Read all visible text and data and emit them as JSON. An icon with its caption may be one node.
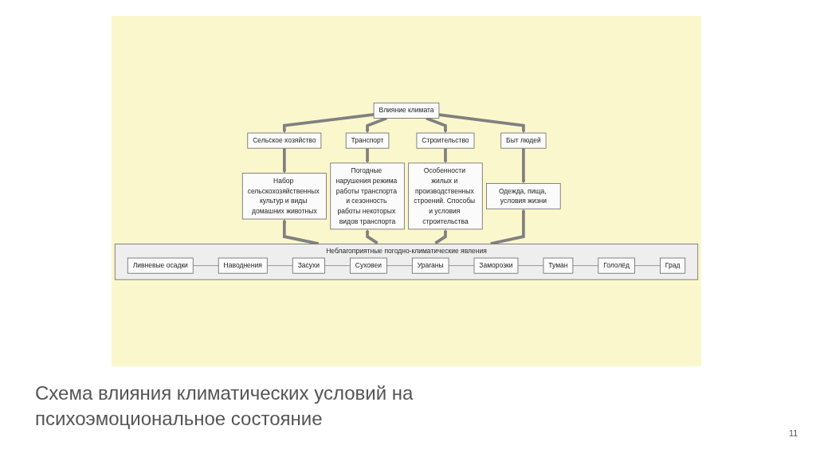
{
  "diagram": {
    "caption": "Схема влияния климатических условий на психоэмоциональное состояние",
    "nodes": [
      {
        "text": [
          "Влияние климата"
        ]
      },
      {
        "text": [
          "Сельское хозяйство"
        ]
      },
      {
        "text": [
          "Транспорт"
        ]
      },
      {
        "text": [
          "Строительство"
        ]
      },
      {
        "text": [
          "Быт людей"
        ]
      },
      {
        "text": [
          "Набор сельскохозяйственных культур и виды домашних животных"
        ]
      },
      {
        "text": [
          "Погодные нарушения режима работы транспорта и сезонность работы некоторых видов транспорта"
        ]
      },
      {
        "text": [
          "Особенности жилых и производственных строений. Способы и условия строительства"
        ]
      },
      {
        "text": [
          "Одежда, пища, условия жизни"
        ]
      },
      {
        "text": [
          "Неблагоприятные погодно-климатические явления"
        ]
      },
      {
        "text": [
          "Ливневые осадки"
        ],
        "in": 9
      },
      {
        "text": [
          "Наводнения"
        ],
        "in": 9
      },
      {
        "text": [
          "Засухи"
        ],
        "in": 9
      },
      {
        "text": [
          "Суховеи"
        ],
        "in": 9
      },
      {
        "text": [
          "Ураганы"
        ],
        "in": 9
      },
      {
        "text": [
          "Заморозки"
        ],
        "in": 9
      },
      {
        "text": [
          "Туман"
        ],
        "in": 9
      },
      {
        "text": [
          "Гололёд"
        ],
        "in": 9
      },
      {
        "text": [
          "Град"
        ],
        "in": 9
      }
    ],
    "edges": [
      {
        "from": 0,
        "to": 1,
        "arrow": "to"
      },
      {
        "from": 0,
        "to": 2,
        "arrow": "to"
      },
      {
        "from": 0,
        "to": 3,
        "arrow": "to"
      },
      {
        "from": 0,
        "to": 4,
        "arrow": "to"
      },
      {
        "from": 1,
        "to": 5,
        "arrow": "to"
      },
      {
        "from": 2,
        "to": 6,
        "arrow": "to"
      },
      {
        "from": 3,
        "to": 7,
        "arrow": "to"
      },
      {
        "from": 4,
        "to": 8,
        "arrow": "to"
      },
      {
        "from": 9,
        "to": 5,
        "arrow": "to"
      },
      {
        "from": 9,
        "to": 6,
        "arrow": "to"
      },
      {
        "from": 9,
        "to": 7,
        "arrow": "to"
      },
      {
        "from": 9,
        "to": 8,
        "arrow": "to"
      },
      {
        "from": 10,
        "to": 11,
        "arrow": "none"
      },
      {
        "from": 11,
        "to": 12,
        "arrow": "none"
      },
      {
        "from": 12,
        "to": 13,
        "arrow": "none"
      },
      {
        "from": 13,
        "to": 14,
        "arrow": "none"
      },
      {
        "from": 14,
        "to": 15,
        "arrow": "none"
      },
      {
        "from": 15,
        "to": 16,
        "arrow": "none"
      },
      {
        "from": 16,
        "to": 17,
        "arrow": "none"
      },
      {
        "from": 17,
        "to": 18,
        "arrow": "none"
      }
    ],
    "labels": [
      "11"
    ]
  }
}
